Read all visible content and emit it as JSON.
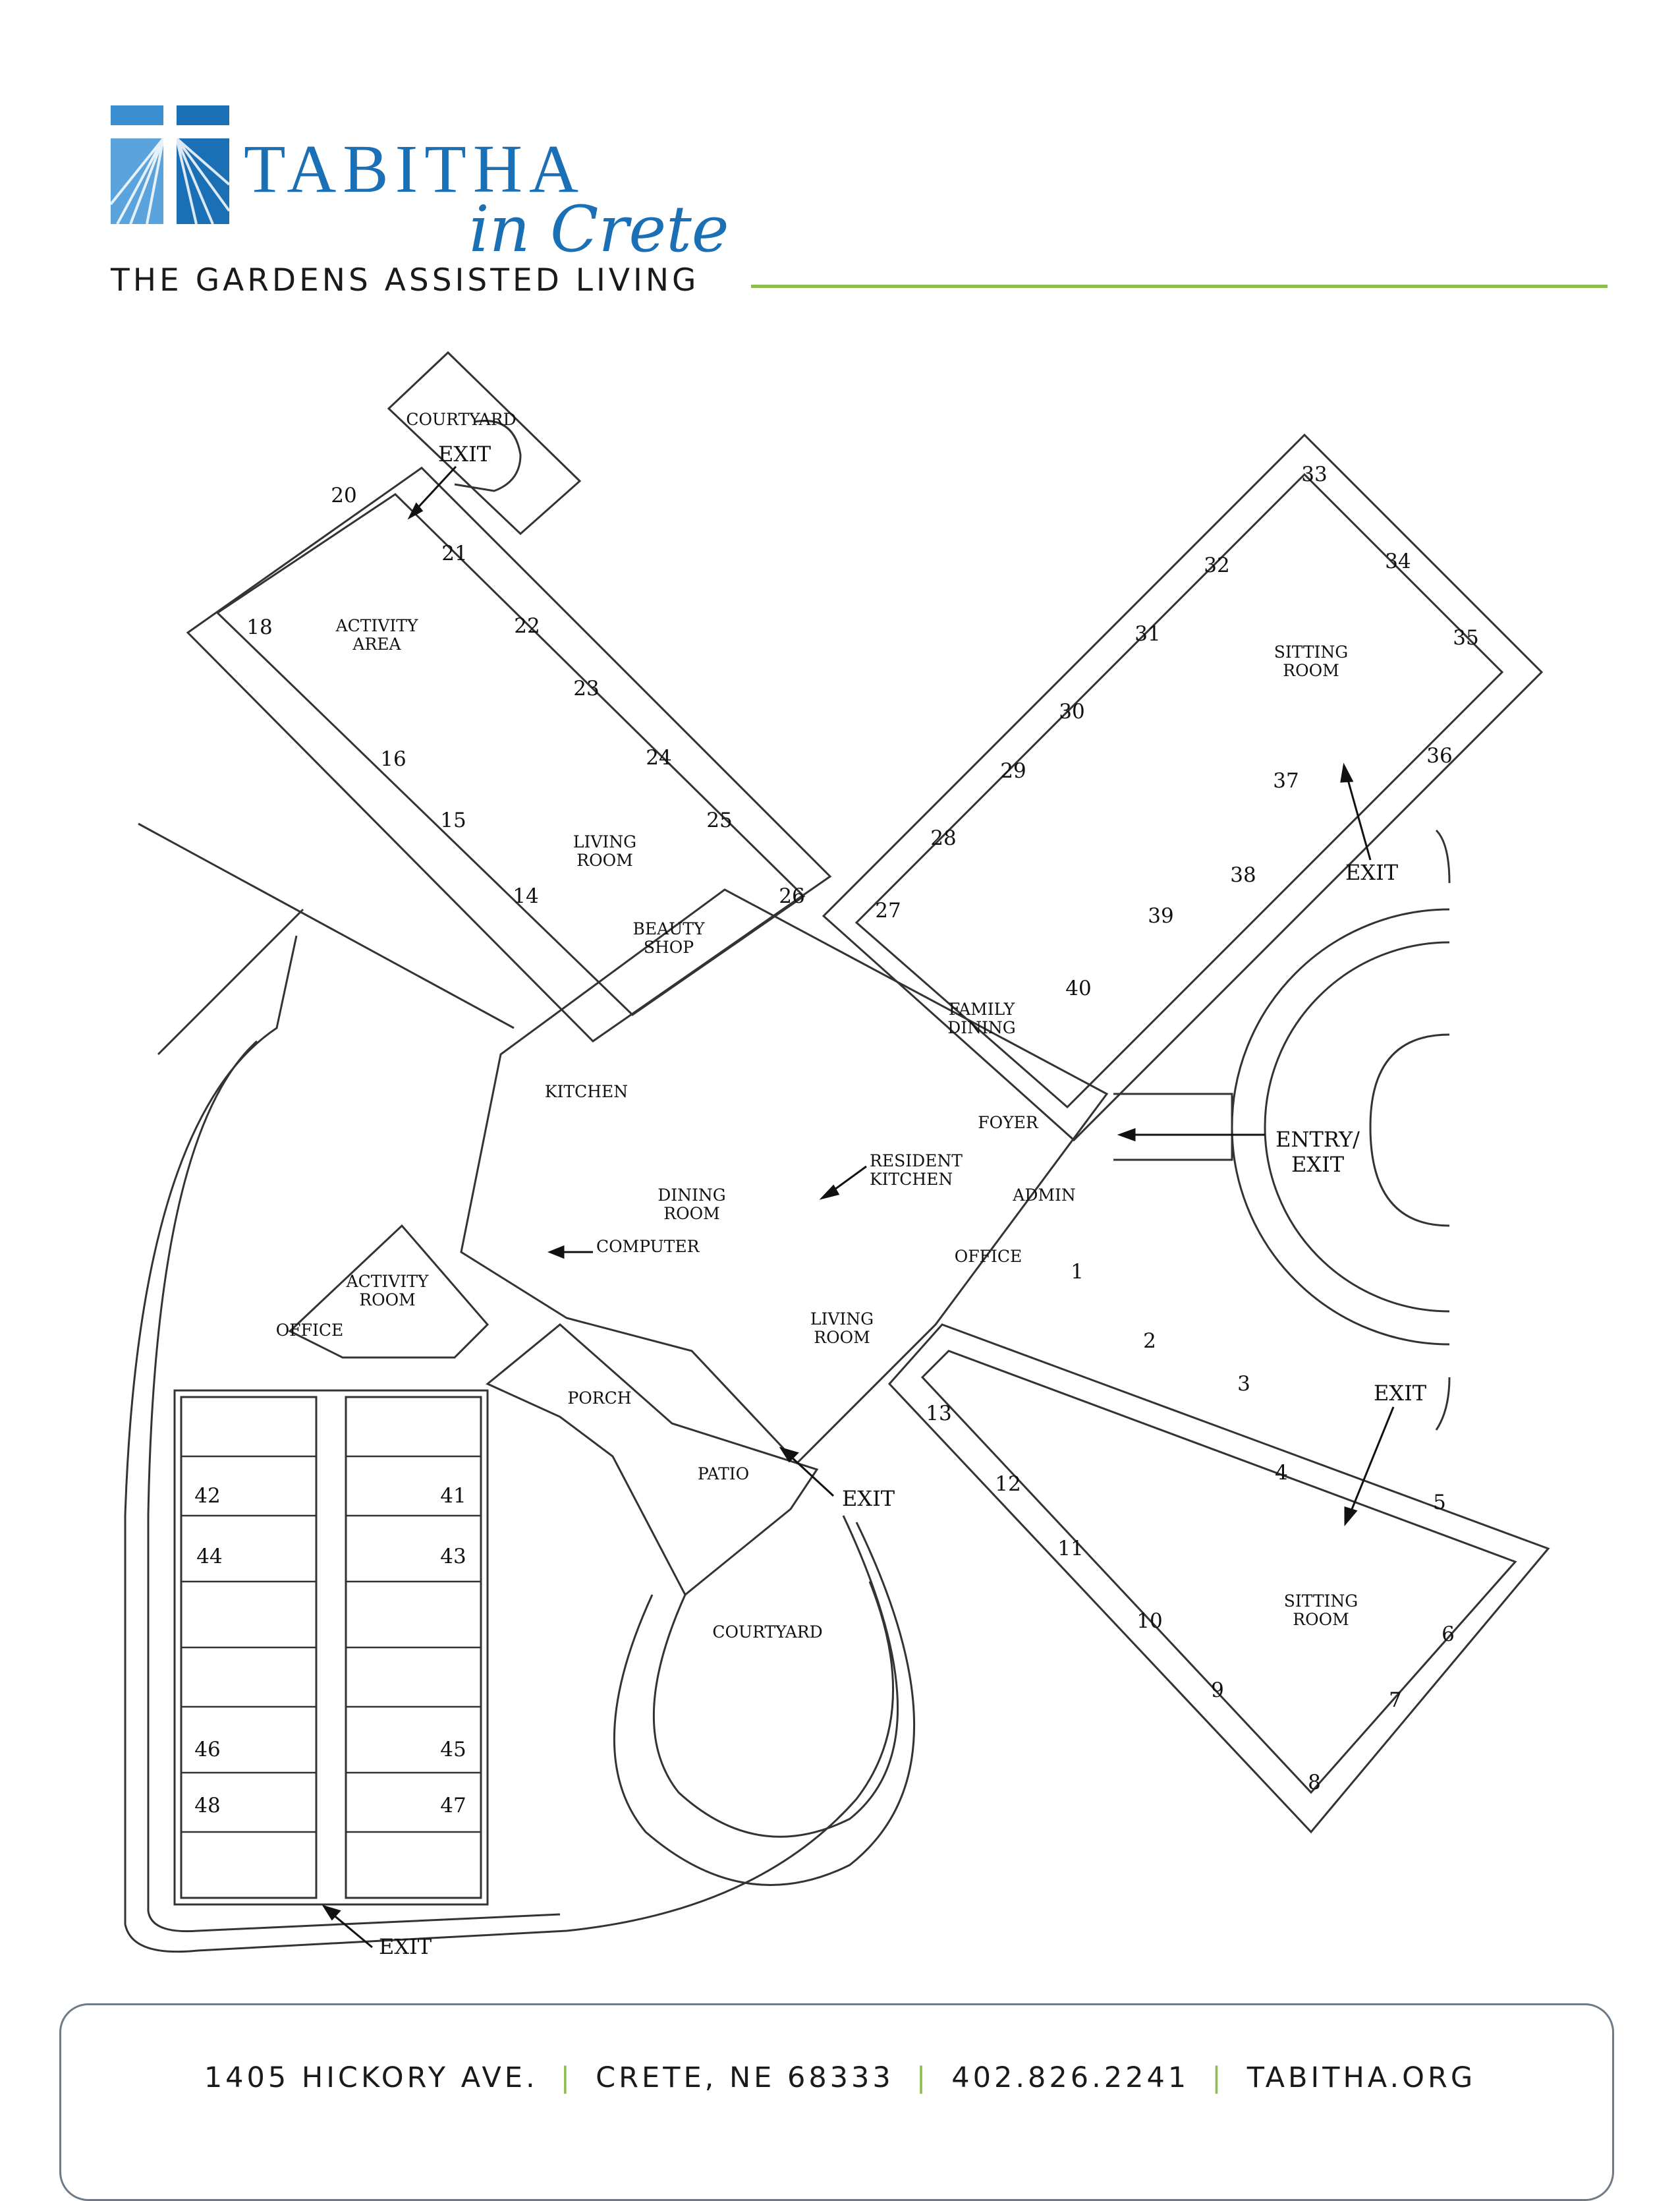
{
  "brand": {
    "name": "TABITHA",
    "sub": "in Crete",
    "facility": "THE GARDENS ASSISTED LIVING",
    "colors": {
      "blue": "#1b6fb5",
      "green": "#8dbd4f"
    }
  },
  "rooms": {
    "courtyard_north": "COURTYARD",
    "activity_area": [
      "ACTIVITY",
      "AREA"
    ],
    "living_room_nw": [
      "LIVING",
      "ROOM"
    ],
    "beauty_shop": [
      "BEAUTY",
      "SHOP"
    ],
    "sitting_room_ne": [
      "SITTING",
      "ROOM"
    ],
    "family_dining": [
      "FAMILY",
      "DINING"
    ],
    "kitchen": "KITCHEN",
    "foyer": "FOYER",
    "resident_kitchen": [
      "RESIDENT",
      "KITCHEN"
    ],
    "admin": "ADMIN",
    "dining_room": [
      "DINING",
      "ROOM"
    ],
    "computer": "COMPUTER",
    "office_east": "OFFICE",
    "activity_room": [
      "ACTIVITY",
      "ROOM"
    ],
    "living_room_center": [
      "LIVING",
      "ROOM"
    ],
    "office_west": "OFFICE",
    "porch": "PORCH",
    "patio": "PATIO",
    "sitting_room_se": [
      "SITTING",
      "ROOM"
    ],
    "courtyard_south": "COURTYARD"
  },
  "exits": {
    "north": "EXIT",
    "northeast": "EXIT",
    "entry": [
      "ENTRY/",
      "EXIT"
    ],
    "southeast": "EXIT",
    "patio": "EXIT",
    "south": "EXIT"
  },
  "unit_numbers": [
    "1",
    "2",
    "3",
    "4",
    "5",
    "6",
    "7",
    "8",
    "9",
    "10",
    "11",
    "12",
    "13",
    "14",
    "15",
    "16",
    "18",
    "20",
    "21",
    "22",
    "23",
    "24",
    "25",
    "26",
    "27",
    "28",
    "29",
    "30",
    "31",
    "32",
    "33",
    "34",
    "35",
    "36",
    "37",
    "38",
    "39",
    "40",
    "41",
    "42",
    "43",
    "44",
    "45",
    "46",
    "47",
    "48"
  ],
  "footer": {
    "address": "1405 HICKORY AVE.",
    "city": "CRETE, NE 68333",
    "phone": "402.826.2241",
    "web": "TABITHA.ORG"
  }
}
